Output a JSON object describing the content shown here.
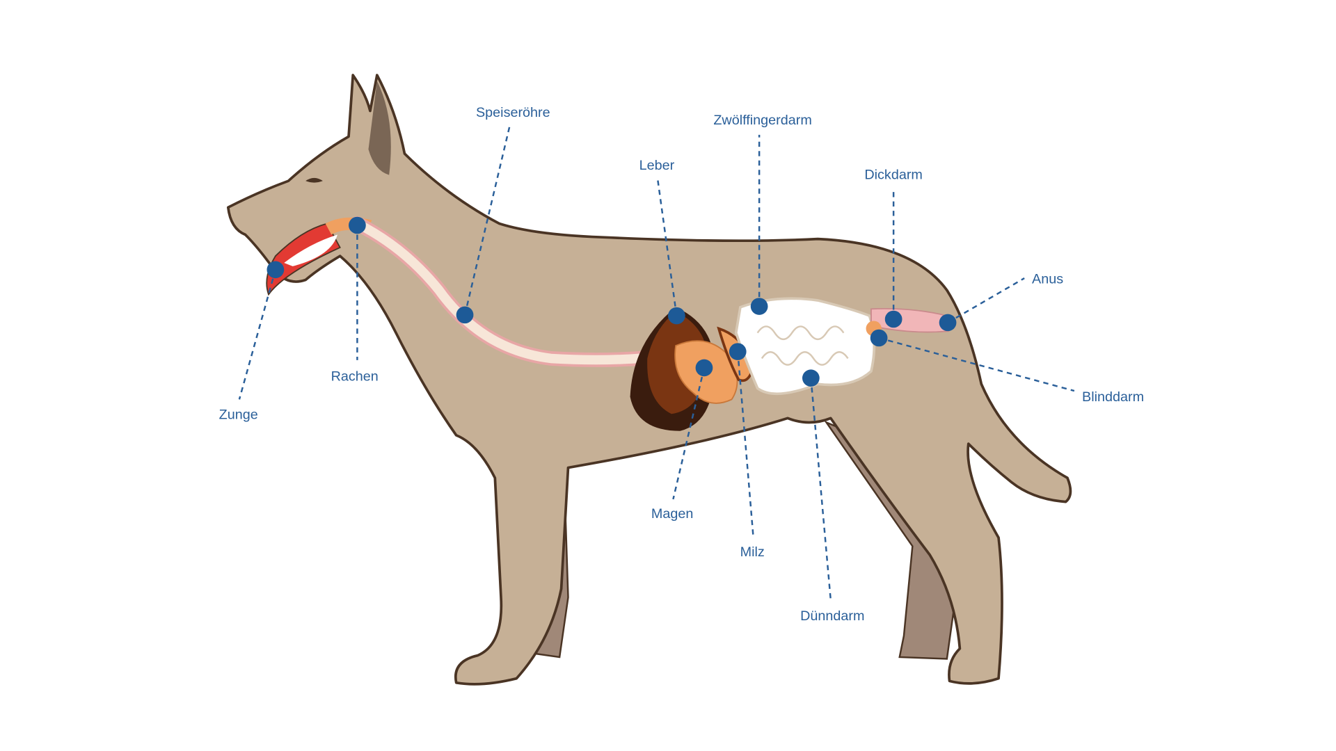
{
  "colors": {
    "label": "#2a5f99",
    "dot": "#1d5a97",
    "fur": "#c6b096",
    "outline": "#4a3424"
  },
  "labels": [
    {
      "id": "zunge",
      "text": "Zunge"
    },
    {
      "id": "rachen",
      "text": "Rachen"
    },
    {
      "id": "speiseroehre",
      "text": "Speiseröhre"
    },
    {
      "id": "leber",
      "text": "Leber"
    },
    {
      "id": "zwoelffingerdarm",
      "text": "Zwölffingerdarm"
    },
    {
      "id": "dickdarm",
      "text": "Dickdarm"
    },
    {
      "id": "anus",
      "text": "Anus"
    },
    {
      "id": "blinddarm",
      "text": "Blinddarm"
    },
    {
      "id": "magen",
      "text": "Magen"
    },
    {
      "id": "milz",
      "text": "Milz"
    },
    {
      "id": "duenndarm",
      "text": "Dünndarm"
    }
  ]
}
